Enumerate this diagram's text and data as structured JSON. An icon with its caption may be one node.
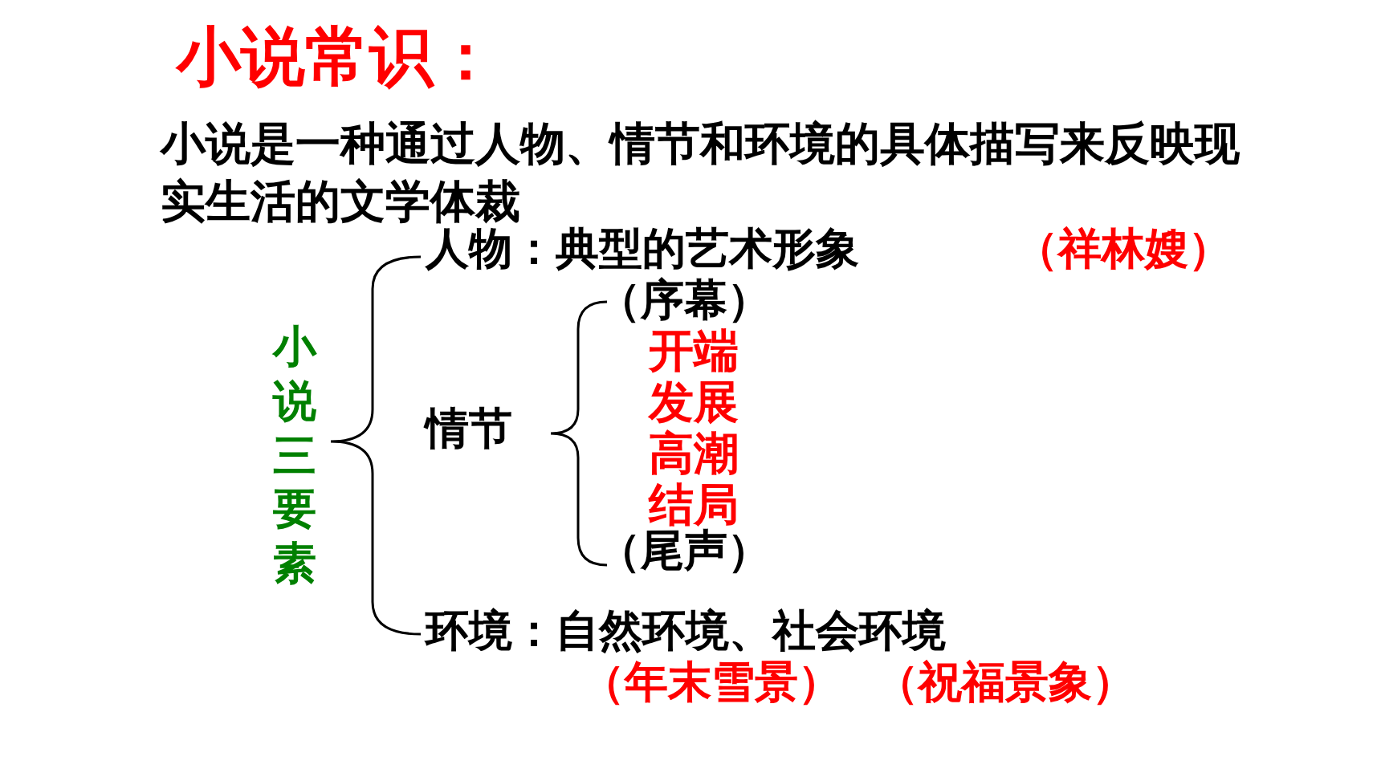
{
  "diagram": {
    "title": "小说常识：",
    "labels": [
      "小说是一种通过人物、情节和环境的具体描写来反映现实生活的文学体裁",
      "小说三要素",
      "人物：典型的艺术形象",
      "（祥林嫂）",
      "情节",
      "（序幕）",
      "开端",
      "发展",
      "高潮",
      "结局",
      "（尾声）",
      "环境：自然环境、社会环境",
      "（年末雪景）",
      "（祝福景象）"
    ]
  }
}
